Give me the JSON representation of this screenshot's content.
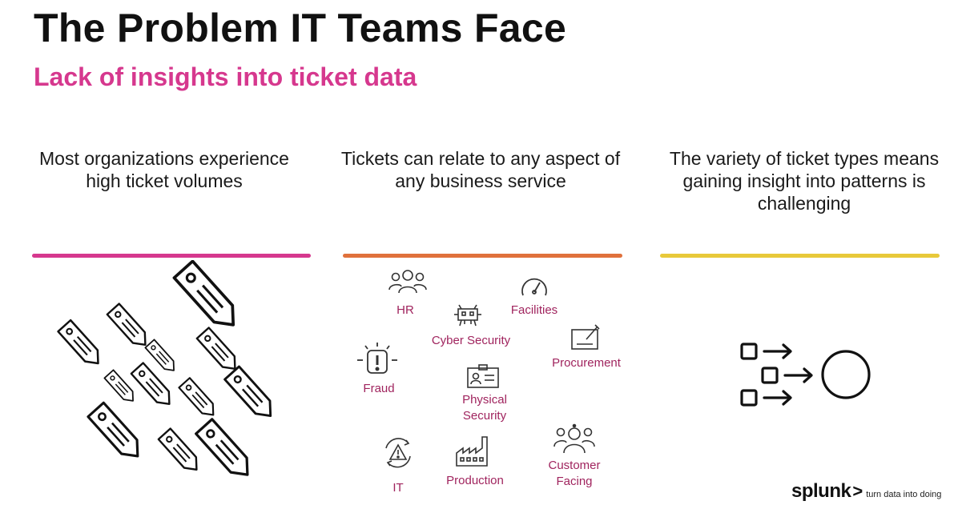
{
  "title": "The Problem IT Teams Face",
  "subtitle": "Lack of insights into ticket data",
  "columns": [
    {
      "text": "Most organizations experience high ticket volumes",
      "accent": "#d6388e"
    },
    {
      "text": "Tickets can relate to any aspect of any business service",
      "accent": "#e0713c"
    },
    {
      "text": "The variety of ticket types means gaining insight into patterns is challenging",
      "accent": "#e8c93a"
    }
  ],
  "services": {
    "hr": {
      "label": "HR",
      "icon": "people-group-icon"
    },
    "facilities": {
      "label": "Facilities",
      "icon": "gauge-icon"
    },
    "cyber": {
      "label": "Cyber Security",
      "icon": "space-invader-icon"
    },
    "procurement": {
      "label": "Procurement",
      "icon": "signature-icon"
    },
    "fraud": {
      "label": "Fraud",
      "icon": "alert-icon"
    },
    "physical1": {
      "label": "Physical",
      "icon": "id-card-icon"
    },
    "physical2": {
      "label": "Security"
    },
    "it": {
      "label": "IT",
      "icon": "cycle-warning-icon"
    },
    "production": {
      "label": "Production",
      "icon": "factory-icon"
    },
    "customer1": {
      "label": "Customer",
      "icon": "customer-group-icon"
    },
    "customer2": {
      "label": "Facing"
    }
  },
  "logo": {
    "word": "splunk",
    "chevron": ">",
    "tagline": "turn data into doing"
  },
  "colors": {
    "title": "#111111",
    "subtitle": "#d6388e",
    "service_label": "#a0245e"
  }
}
